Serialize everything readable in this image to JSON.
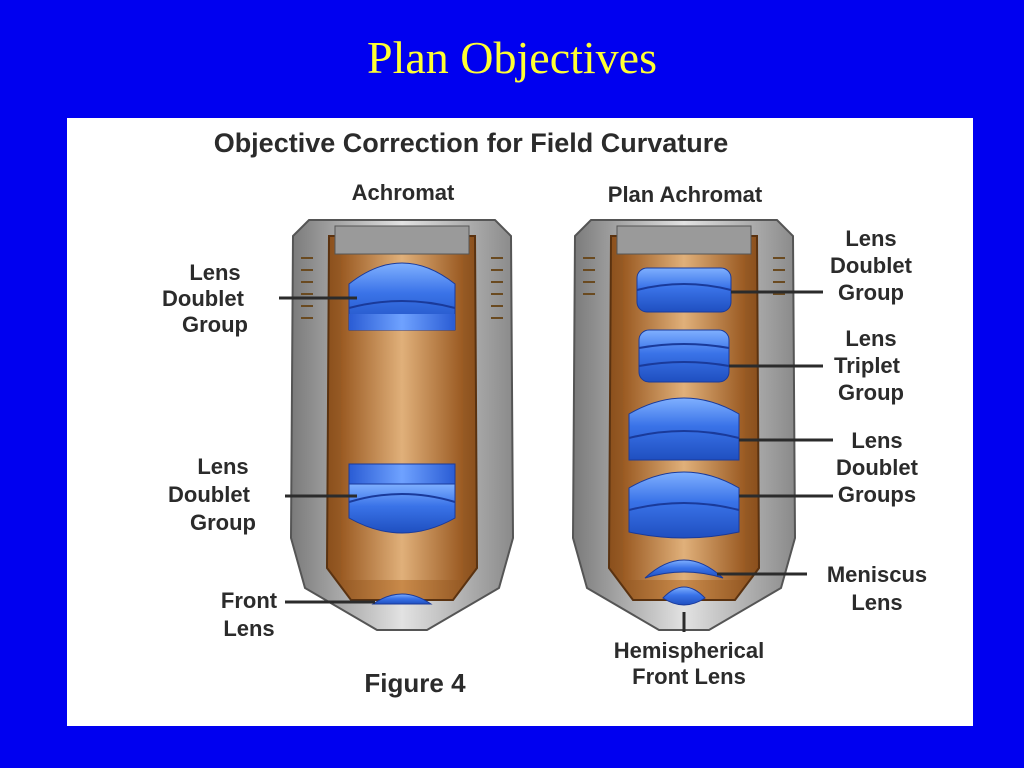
{
  "slide": {
    "title": "Plan Objectives"
  },
  "figure": {
    "heading": "Objective Correction for Field Curvature",
    "caption": "Figure 4",
    "achromat": {
      "title": "Achromat",
      "labels": {
        "upper_doublet": [
          "Lens",
          "Doublet",
          "Group"
        ],
        "lower_doublet": [
          "Lens",
          "Doublet",
          "Group"
        ],
        "front_lens": [
          "Front",
          "Lens"
        ]
      }
    },
    "plan_achromat": {
      "title": "Plan Achromat",
      "labels": {
        "doublet_group": [
          "Lens",
          "Doublet",
          "Group"
        ],
        "triplet_group": [
          "Lens",
          "Triplet",
          "Group"
        ],
        "doublet_groups": [
          "Lens",
          "Doublet",
          "Groups"
        ],
        "meniscus": [
          "Meniscus",
          "Lens"
        ],
        "hemispherical": [
          "Hemispherical",
          "Front Lens"
        ]
      }
    }
  },
  "colors": {
    "background": "#0000f0",
    "title": "#ffff33",
    "lens_blue": "#3a73e8",
    "brass": "#b06a2c",
    "metal": "#a8a8a8"
  }
}
